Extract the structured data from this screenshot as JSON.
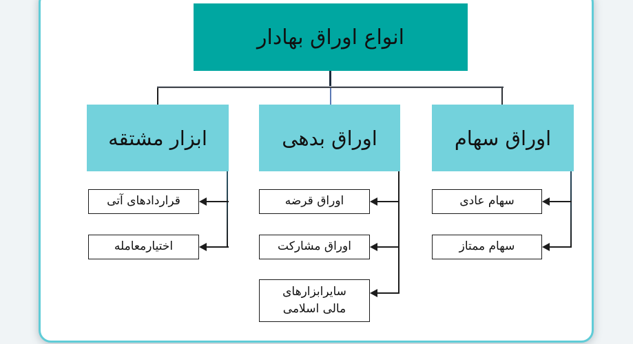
{
  "diagram": {
    "title_meaning": "Types of securities hierarchy chart",
    "root": {
      "label": "انواع اوراق بهادار"
    },
    "branches": [
      {
        "label": "ابزار مشتقه",
        "children": [
          {
            "lines": [
              "قراردادهای آتی"
            ]
          },
          {
            "lines": [
              "اختیارمعامله"
            ]
          }
        ]
      },
      {
        "label": "اوراق بدهی",
        "children": [
          {
            "lines": [
              "اوراق قرضه"
            ]
          },
          {
            "lines": [
              "اوراق مشارکت"
            ]
          },
          {
            "lines": [
              "سایرابزارهای",
              "مالی اسلامی"
            ]
          }
        ]
      },
      {
        "label": "اوراق سهام",
        "children": [
          {
            "lines": [
              "سهام عادی"
            ]
          },
          {
            "lines": [
              "سهام ممتاز"
            ]
          }
        ]
      }
    ]
  },
  "colors": {
    "page_bg": "#f0f4f6",
    "panel_bg": "#ffffff",
    "panel_border": "#5fccd7",
    "root_box": "#00a7a1",
    "branch_box": "#73d2dc",
    "leaf_border": "#1a1a1a",
    "text": "#111111",
    "line_black": "#1c1c1c",
    "line_gray": "#43474d",
    "line_blue": "#5b79b5",
    "line_navy": "#1e2c3c"
  }
}
